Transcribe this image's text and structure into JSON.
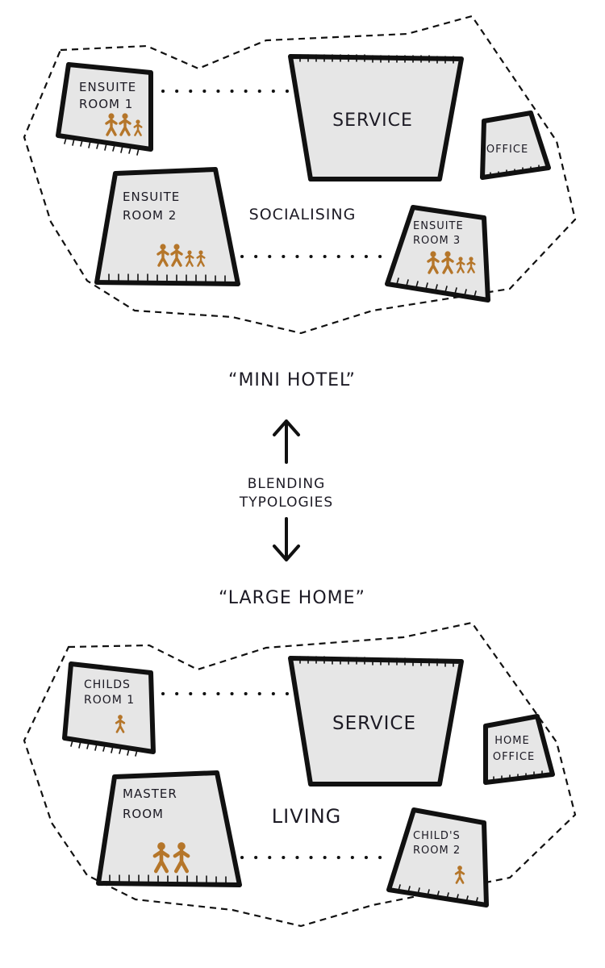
{
  "diagram": {
    "top": {
      "rooms": {
        "ensuite1": [
          "ENSUITE",
          "ROOM 1"
        ],
        "ensuite2": [
          "ENSUITE",
          "ROOM 2"
        ],
        "ensuite3": [
          "ENSUITE",
          "ROOM 3"
        ],
        "service": "SERVICE",
        "office": "OFFICE"
      },
      "common_area": "SOCIALISING",
      "occupants": {
        "ensuite1": 3,
        "ensuite2": 4,
        "ensuite3": 4
      }
    },
    "middle": {
      "top_label": "“MINI HOTEL”",
      "center_label": [
        "BLENDING",
        "TYPOLOGIES"
      ],
      "bottom_label": "“LARGE HOME”"
    },
    "bottom": {
      "rooms": {
        "childs1": [
          "CHILDS",
          "ROOM 1"
        ],
        "master": [
          "MASTER",
          "ROOM"
        ],
        "childs2": [
          "CHILD'S",
          "ROOM 2"
        ],
        "service": "SERVICE",
        "office": [
          "HOME",
          "OFFICE"
        ]
      },
      "common_area": "LIVING",
      "occupants": {
        "childs1": 1,
        "master": 2,
        "childs2": 1
      }
    },
    "colors": {
      "walls": "#111111",
      "room_fill": "#e6e6e6",
      "people": "#b5762a"
    }
  }
}
